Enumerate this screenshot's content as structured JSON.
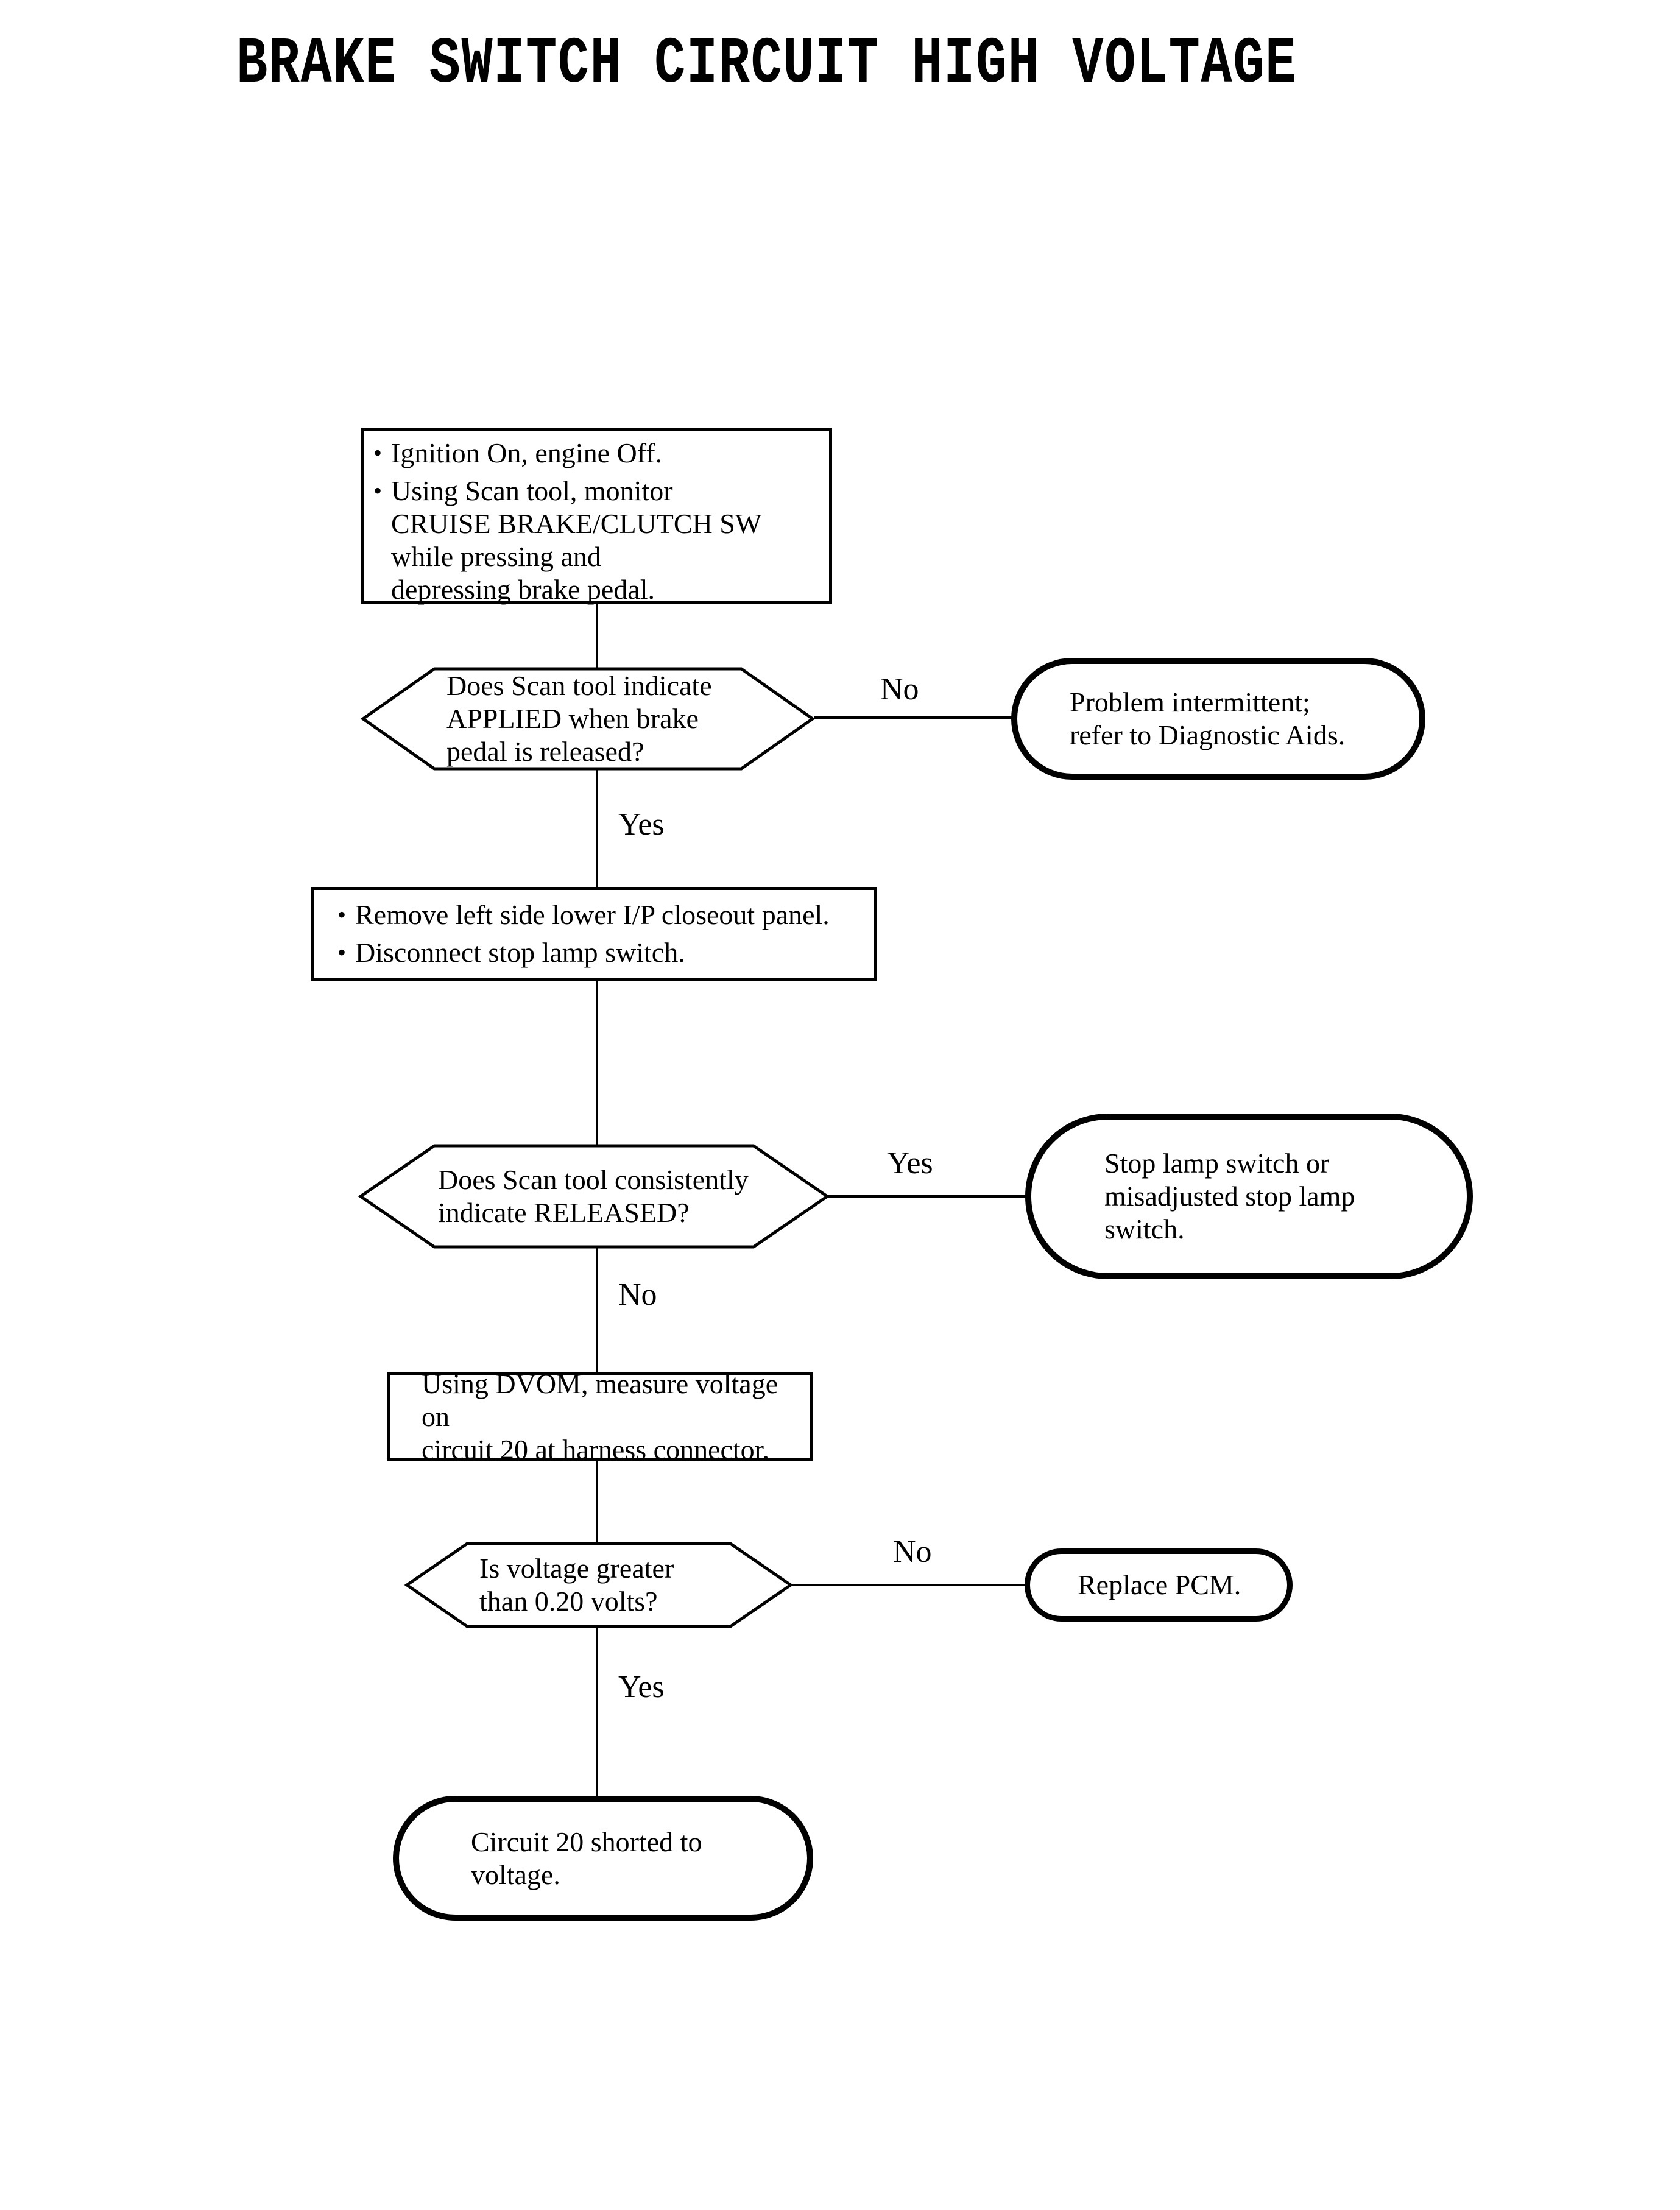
{
  "page": {
    "title": "BRAKE SWITCH CIRCUIT HIGH VOLTAGE"
  },
  "glyphs": {
    "bullet": "•"
  },
  "colors": {
    "ink": "#000000",
    "paper": "#ffffff"
  },
  "flow": {
    "step1": {
      "bullets": [
        "Ignition On, engine Off.",
        "Using Scan tool, monitor\nCRUISE BRAKE/CLUTCH SW\nwhile pressing and\ndepressing brake pedal."
      ]
    },
    "decision1": {
      "question": "Does Scan tool indicate\nAPPLIED when brake\npedal is released?"
    },
    "terminal1": {
      "text": "Problem intermittent;\nrefer to Diagnostic Aids."
    },
    "step2": {
      "bullets": [
        "Remove left side lower I/P closeout panel.",
        "Disconnect stop lamp switch."
      ]
    },
    "decision2": {
      "question": "Does Scan tool consistently\nindicate RELEASED?"
    },
    "terminal2": {
      "text": "Stop lamp switch or\nmisadjusted stop lamp\nswitch."
    },
    "step3": {
      "text": "Using DVOM, measure voltage on\ncircuit 20 at harness connector."
    },
    "decision3": {
      "question": "Is voltage greater\nthan 0.20 volts?"
    },
    "terminal3": {
      "text": "Replace PCM."
    },
    "terminal4": {
      "text": "Circuit 20 shorted to\nvoltage."
    },
    "edges": {
      "d1_no": "No",
      "d1_yes": "Yes",
      "d2_yes": "Yes",
      "d2_no": "No",
      "d3_no": "No",
      "d3_yes": "Yes"
    }
  }
}
